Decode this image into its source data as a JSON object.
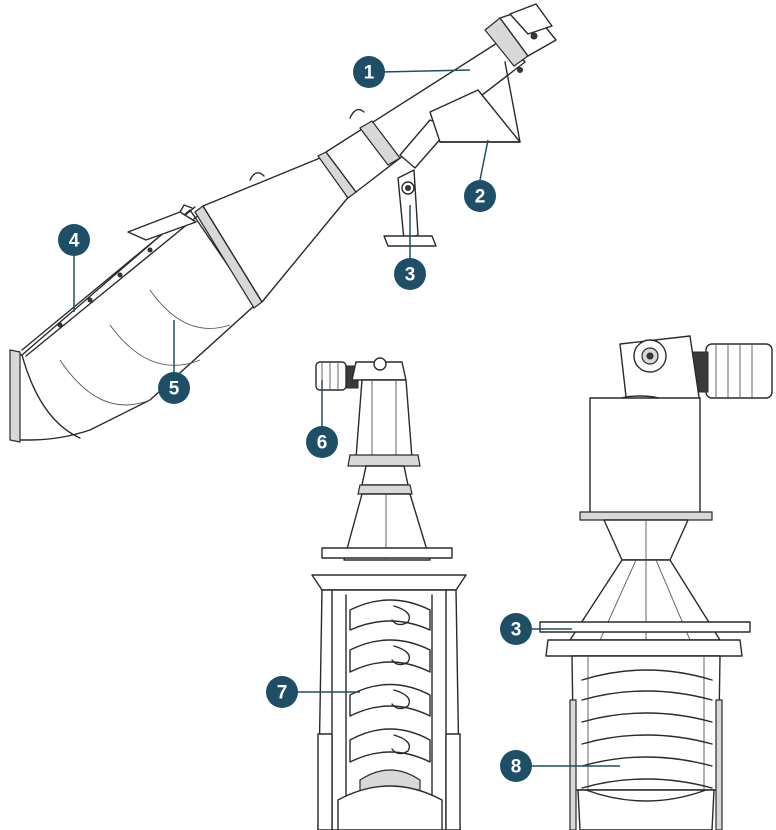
{
  "callouts": [
    {
      "id": "c1",
      "label": "1"
    },
    {
      "id": "c2",
      "label": "2"
    },
    {
      "id": "c3a",
      "label": "3"
    },
    {
      "id": "c4",
      "label": "4"
    },
    {
      "id": "c5",
      "label": "5"
    },
    {
      "id": "c6",
      "label": "6"
    },
    {
      "id": "c7",
      "label": "7"
    },
    {
      "id": "c3b",
      "label": "3"
    },
    {
      "id": "c8",
      "label": "8"
    }
  ],
  "colors": {
    "callout": "#1f4f66",
    "line": "#2a2a2a"
  }
}
